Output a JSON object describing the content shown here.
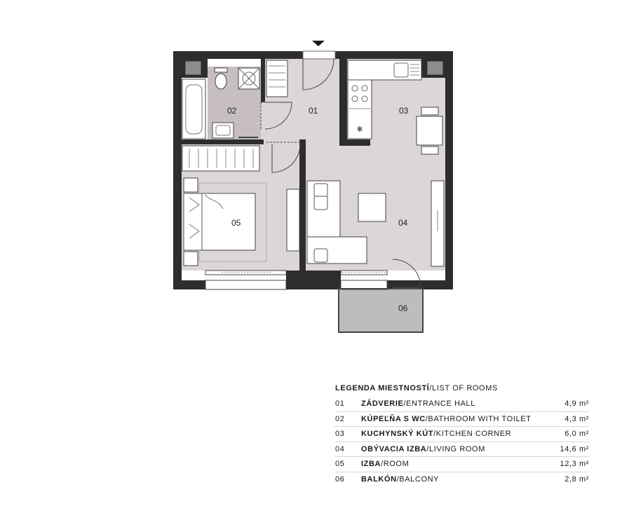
{
  "entrance_arrow_icon": "triangle-down",
  "colors": {
    "wall": "#2d2d2d",
    "floor_main": "#dcd6d6",
    "floor_bathroom": "#c7bfbf",
    "balcony": "#bdbdbd",
    "furniture": "#ffffff",
    "accent_line": "#888888"
  },
  "rooms": [
    {
      "id": "01",
      "label": "01"
    },
    {
      "id": "02",
      "label": "02"
    },
    {
      "id": "03",
      "label": "03"
    },
    {
      "id": "04",
      "label": "04"
    },
    {
      "id": "05",
      "label": "05"
    },
    {
      "id": "06",
      "label": "06"
    }
  ],
  "legend": {
    "title_bold": "LEGENDA MIESTNOSTÍ",
    "title_rest": "/LIST OF ROOMS",
    "rows": [
      {
        "num": "01",
        "name_bold": "ZÁDVERIE",
        "name_rest": "/ENTRANCE HALL",
        "area": "4,9 m²"
      },
      {
        "num": "02",
        "name_bold": "KÚPEĽŇA S WC",
        "name_rest": "/BATHROOM WITH TOILET",
        "area": "4,3 m²"
      },
      {
        "num": "03",
        "name_bold": "KUCHYNSKÝ KÚT",
        "name_rest": "/KITCHEN CORNER",
        "area": "6,0 m²"
      },
      {
        "num": "04",
        "name_bold": "OBÝVACIA IZBA",
        "name_rest": "/LIVING ROOM",
        "area": "14,6 m²"
      },
      {
        "num": "05",
        "name_bold": "IZBA",
        "name_rest": "/ROOM",
        "area": "12,3 m²"
      },
      {
        "num": "06",
        "name_bold": "BALKÓN",
        "name_rest": "/BALCONY",
        "area": "2,8 m²"
      }
    ]
  }
}
